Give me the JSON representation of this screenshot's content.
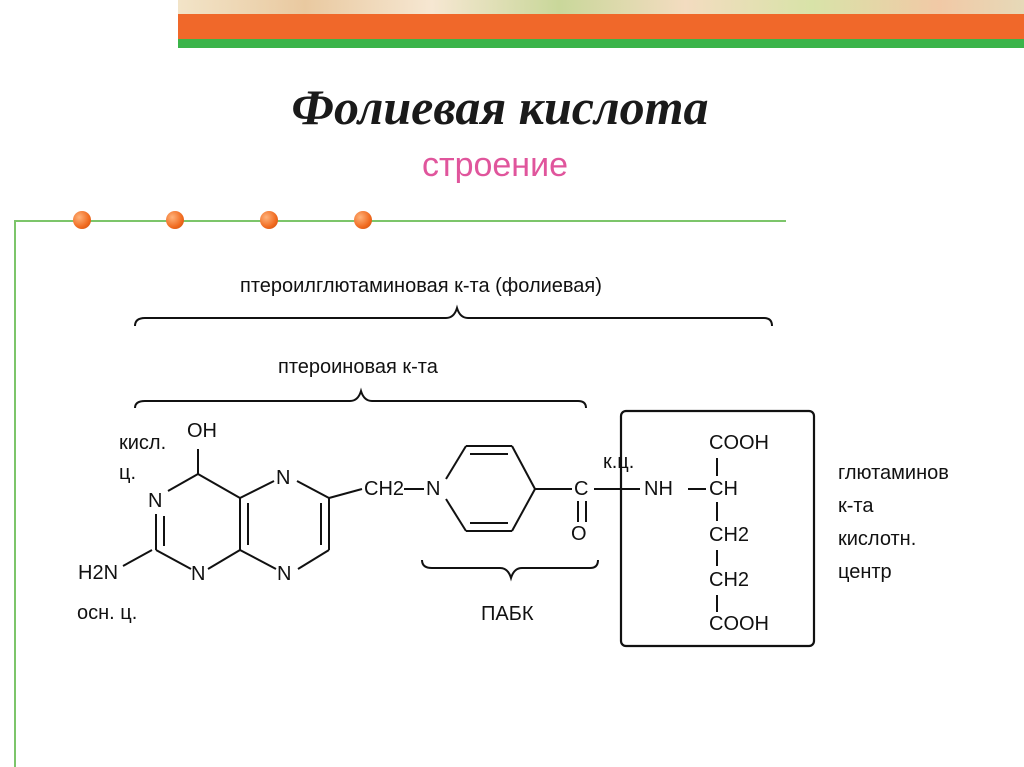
{
  "slide": {
    "title": "Фолиевая кислота",
    "subtitle": "строение"
  },
  "labels": {
    "pteroylglutamic": "птероилглютаминовая к-та (фолиевая)",
    "pteroic": "птероиновая к-та",
    "acid_center_1": "кисл.",
    "acid_center_2": "ц.",
    "base_center": "осн. ц.",
    "coord_center": "к.ц.",
    "paba": "ПАБК",
    "glutamic_1": "глютаминов",
    "glutamic_2": "к-та",
    "acid_center_3": "кислотн.",
    "acid_center_4": "центр"
  },
  "structure": {
    "oh": "OH",
    "n_left": "N",
    "n_top": "N",
    "n_bottom_left": "N",
    "n_bottom_right": "N",
    "h2n": "H2N",
    "ch2_link": "CH2",
    "n_ring": "N",
    "c": "C",
    "o": "O",
    "nh": "NH",
    "glu_cooh_top": "COOH",
    "glu_ch": "CH",
    "glu_ch2_1": "CH2",
    "glu_ch2_2": "CH2",
    "glu_cooh_bottom": "COOH"
  },
  "colors": {
    "accent_orange": "#f0682a",
    "accent_green": "#3bb44a",
    "subtitle_pink": "#e0559c",
    "line_green": "#7cc56a"
  }
}
